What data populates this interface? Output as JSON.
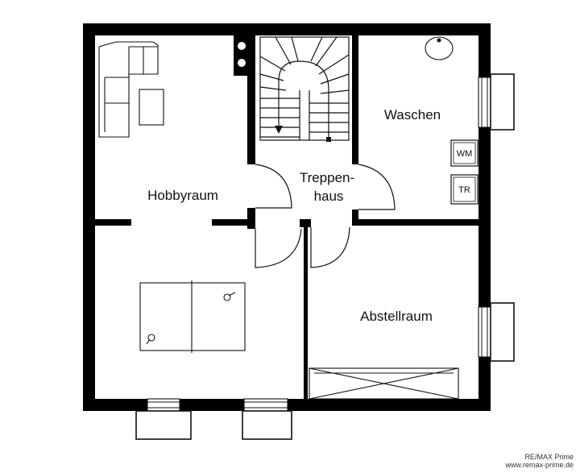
{
  "rooms": {
    "hobbyraum": "Hobbyraum",
    "treppenhaus_line1": "Treppen-",
    "treppenhaus_line2": "haus",
    "waschen": "Waschen",
    "abstellraum": "Abstellraum"
  },
  "appliances": {
    "washer": "WM",
    "dryer": "TR"
  },
  "watermark": {
    "line1": "RE/MAX Prime",
    "line2": "www.remax-prime.de"
  },
  "colors": {
    "wall": "#000000",
    "line": "#111111",
    "background": "#ffffff"
  }
}
